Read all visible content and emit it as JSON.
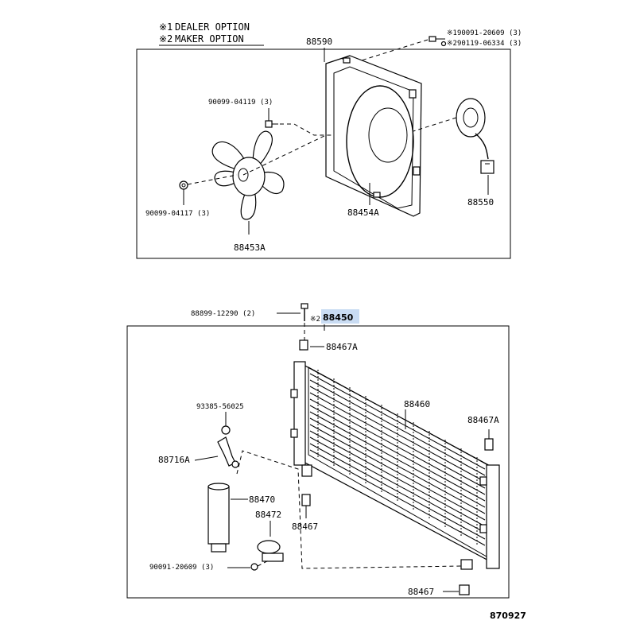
{
  "legend": {
    "dealer_mark": "※1",
    "dealer_text": "DEALER OPTION",
    "maker_mark": "※2",
    "maker_text": "MAKER OPTION"
  },
  "upper": {
    "shroud": "88590",
    "screw_1": "※190091-20609 (3)",
    "screw_2": "※290119-06334 (3)",
    "fan_bolt": "90099-04119 (3)",
    "fan_nut": "90099-04117 (3)",
    "fan": "88453A",
    "shroud_assy": "88454A",
    "motor": "88550"
  },
  "lower": {
    "bolt": "88899-12290 (2)",
    "condenser_mark": "※2",
    "condenser": "88450",
    "cushion_top": "88467A",
    "core": "88460",
    "cushion_right": "88467A",
    "pipe_bolt": "93385-56025",
    "pipe": "88716A",
    "receiver": "88470",
    "bracket": "88472",
    "cushion_mid": "88467",
    "receiver_bolt": "90091-20609 (3)",
    "cushion_bottom": "88467"
  },
  "diagram_code": "870927",
  "colors": {
    "highlight": "#c9dcf3",
    "ink": "#000000"
  }
}
